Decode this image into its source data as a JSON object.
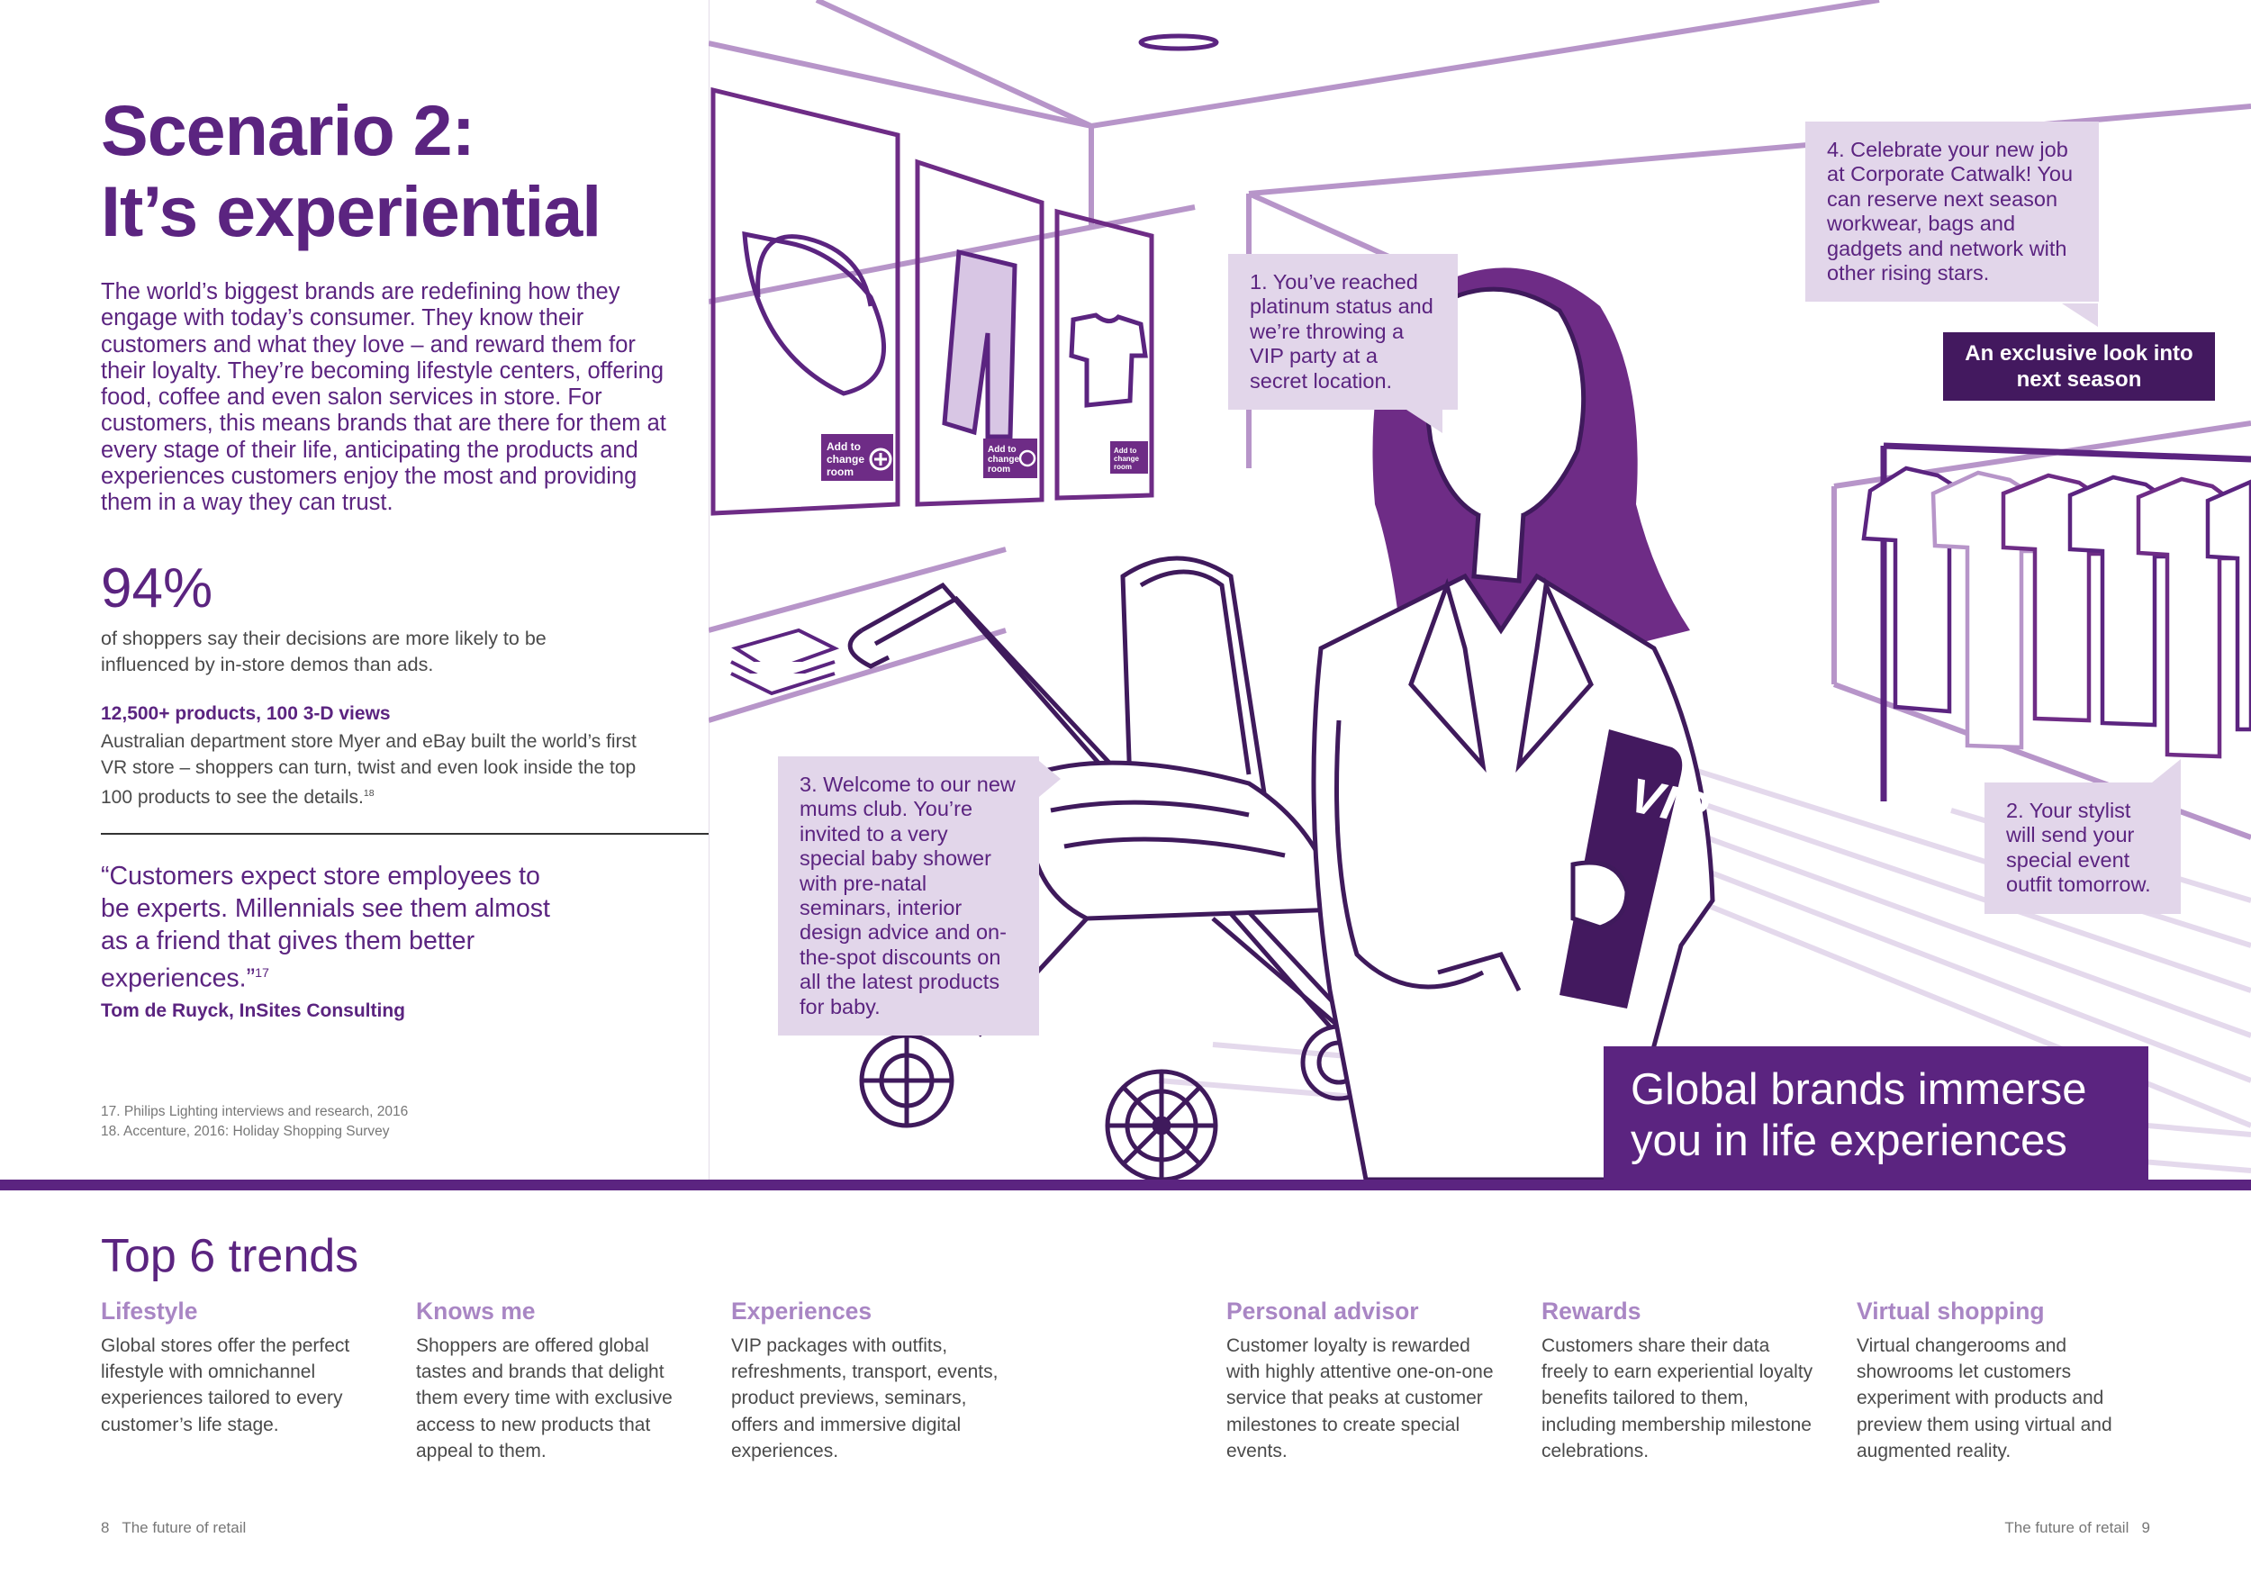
{
  "left": {
    "title_line1": "Scenario 2:",
    "title_line2": "It’s experiential",
    "intro": "The world’s biggest brands are redefining how they engage with today’s consumer. They know their customers and what they love – and reward them for their loyalty. They’re becoming lifestyle centers, offering food, coffee and even salon services in store. For customers, this means brands that are there for them at every stage of their life, anticipating the products and experiences customers enjoy the most and providing them in a way they can trust.",
    "stat_value": "94%",
    "stat_text": "of shoppers say their decisions are more likely to be influenced by in-store demos than ads.",
    "vr_heading": "12,500+ products, 100 3-D views",
    "vr_text": "Australian department store Myer and eBay built the world’s first VR store – shoppers can turn, twist and even look inside the top 100 products to see the details.",
    "vr_ref": "18",
    "quote": "“Customers expect store employees to be experts. Millennials see them almost as a friend that gives them better experiences.”",
    "quote_ref": "17",
    "quote_author": "Tom de Ruyck, InSites Consulting",
    "footnote_1": "17.  Philips Lighting interviews and research, 2016",
    "footnote_2": "18.  Accenture, 2016: Holiday Shopping Survey"
  },
  "scene": {
    "callout_1": "1. You’ve reached platinum status and we’re throwing a VIP party at a secret location.",
    "callout_2": "2. Your stylist will send your special event outfit tomorrow.",
    "callout_3": "3. Welcome to our new mums club. You’re invited to a very special baby shower with pre-natal seminars, interior design advice and on-the-spot discounts on all the latest products for baby.",
    "callout_4": "4. Celebrate your new job at Corporate Catwalk! You can reserve next season workwear, bags and gadgets and network with other rising stars.",
    "vip_badge": "An exclusive look into next season",
    "folder_label": "VIP",
    "frame_tag_line1": "Add to",
    "frame_tag_line2": "change",
    "frame_tag_line3": "room",
    "banner": "Global brands immerse you in life experiences"
  },
  "trends": {
    "title": "Top 6 trends",
    "items": [
      {
        "title": "Lifestyle",
        "text": "Global stores offer the perfect lifestyle with omnichannel experiences tailored to every customer’s life stage."
      },
      {
        "title": "Knows me",
        "text": "Shoppers are offered global tastes and brands that delight them every time with exclusive access to new products that appeal to them."
      },
      {
        "title": "Experiences",
        "text": "VIP packages with outfits, refreshments, transport, events, product previews, seminars, offers and immersive digital experiences."
      },
      {
        "title": "Personal advisor",
        "text": "Customer loyalty is rewarded with highly attentive one-on-one service that peaks at customer milestones to create special events."
      },
      {
        "title": "Rewards",
        "text": "Customers share their data freely to earn experiential loyalty benefits tailored to them, including membership milestone celebrations."
      },
      {
        "title": "Virtual shopping",
        "text": "Virtual changerooms and showrooms let customers experiment with products and preview them using virtual and augmented reality."
      }
    ]
  },
  "footer": {
    "left": "8   The future of retail",
    "right": "The future of retail   9"
  },
  "colors": {
    "primary_purple": "#5b2480",
    "dark_purple": "#43195f",
    "light_lilac": "#e2d6ea",
    "lilac_heading": "#a986c4"
  }
}
